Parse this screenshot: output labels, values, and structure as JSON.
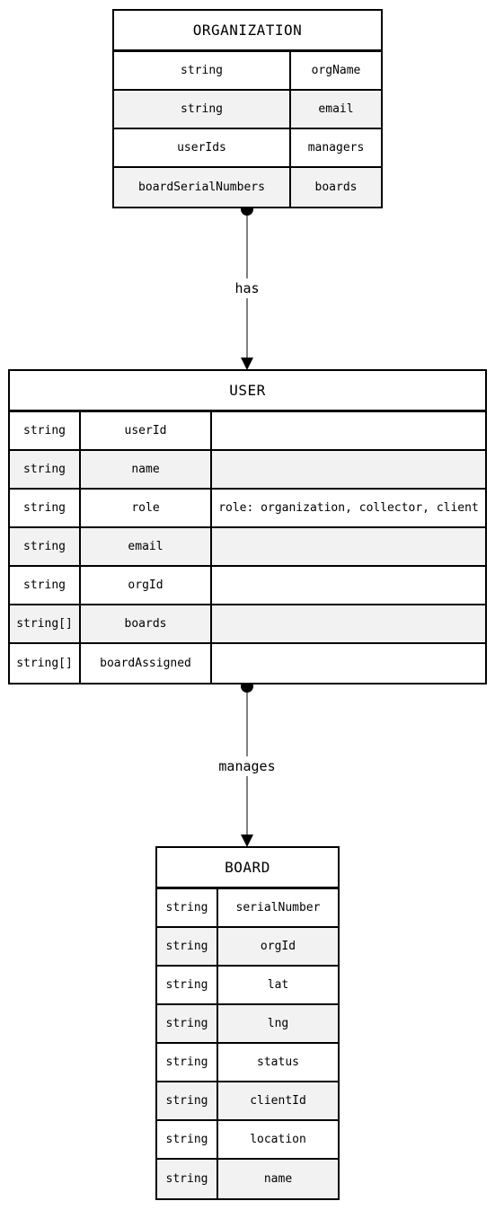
{
  "entities": {
    "organization": {
      "title": "ORGANIZATION",
      "rows": [
        [
          "string",
          "orgName"
        ],
        [
          "string",
          "email"
        ],
        [
          "userIds",
          "managers"
        ],
        [
          "boardSerialNumbers",
          "boards"
        ]
      ]
    },
    "user": {
      "title": "USER",
      "rows": [
        [
          "string",
          "userId",
          ""
        ],
        [
          "string",
          "name",
          ""
        ],
        [
          "string",
          "role",
          "role: organization, collector, client"
        ],
        [
          "string",
          "email",
          ""
        ],
        [
          "string",
          "orgId",
          ""
        ],
        [
          "string[]",
          "boards",
          ""
        ],
        [
          "string[]",
          "boardAssigned",
          ""
        ]
      ]
    },
    "board": {
      "title": "BOARD",
      "rows": [
        [
          "string",
          "serialNumber"
        ],
        [
          "string",
          "orgId"
        ],
        [
          "string",
          "lat"
        ],
        [
          "string",
          "lng"
        ],
        [
          "string",
          "status"
        ],
        [
          "string",
          "clientId"
        ],
        [
          "string",
          "location"
        ],
        [
          "string",
          "name"
        ]
      ]
    }
  },
  "relations": {
    "org_user": "has",
    "user_board": "manages"
  }
}
